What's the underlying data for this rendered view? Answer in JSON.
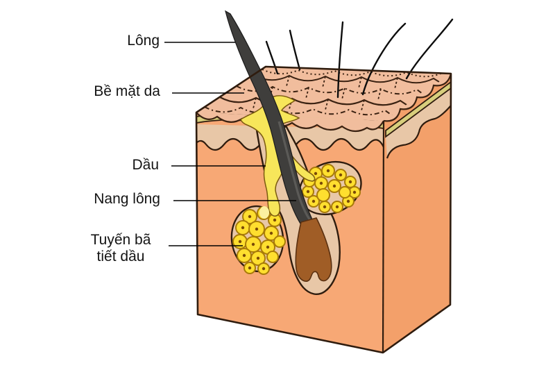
{
  "figure": {
    "kind": "skin cross-section diagram",
    "labels": {
      "hair": "Lông",
      "skin_surface": "Bề mặt da",
      "oil": "Dầu",
      "hair_follicle": "Nang lông",
      "sebaceous_gland": [
        "Tuyến bã",
        "tiết dầu"
      ]
    },
    "colors": {
      "background": "#ffffff",
      "outline": "#2f1c0e",
      "scale_line": "#3b2212",
      "top_face": "#f1bd9d",
      "front_face": "#f7a875",
      "right_face": "#f3a06a",
      "epidermis": "#e8c7a7",
      "surface_membrane": "#d7ce7c",
      "sebum": "#f7e65a",
      "sebum_pale": "#fbf0a0",
      "gland_cell": "#ffdf2f",
      "gland_cell_outline": "#a87b08",
      "cell_dot": "#7a4a08",
      "hair": "#3f3e3c",
      "hair_highlight": "#63625e",
      "hair_root": "#a05d26",
      "label_text": "#141414",
      "label_line": "#000000"
    }
  }
}
